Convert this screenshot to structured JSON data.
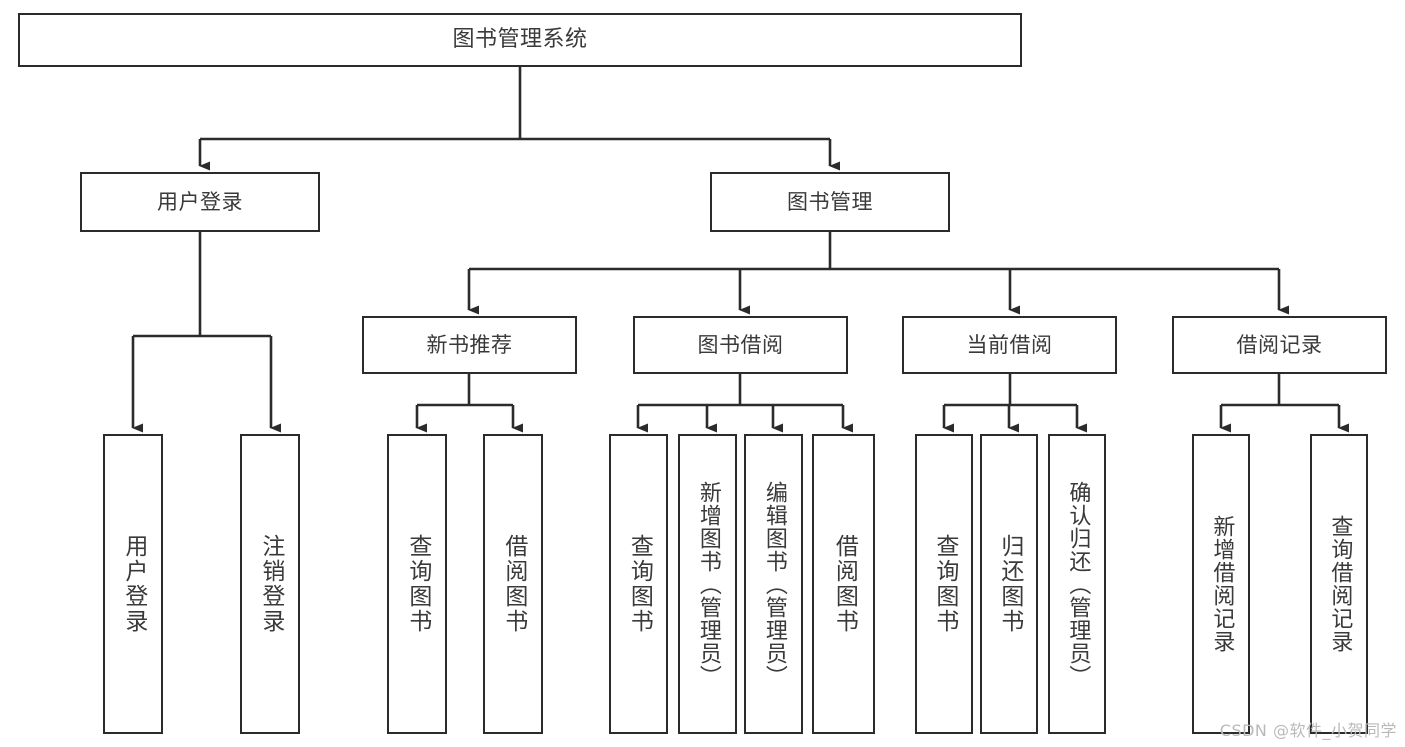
{
  "diagram": {
    "type": "tree-hierarchy",
    "title": "图书管理系统",
    "orientation": "top-down",
    "colors": {
      "box_border": "#2b2b2b",
      "box_fill": "#ffffff",
      "text": "#3a3a3a",
      "connector": "#2b2b2b",
      "watermark": "#b9b9b9",
      "background": "#ffffff"
    }
  },
  "nodes": {
    "root": {
      "label": "图书管理系统"
    },
    "level2": [
      {
        "id": "user-login",
        "label": "用户登录"
      },
      {
        "id": "book-manage",
        "label": "图书管理"
      }
    ],
    "level3": [
      {
        "id": "new-book-recommend",
        "label": "新书推荐"
      },
      {
        "id": "book-borrow",
        "label": "图书借阅"
      },
      {
        "id": "current-borrow",
        "label": "当前借阅"
      },
      {
        "id": "borrow-record",
        "label": "借阅记录"
      }
    ],
    "leaves": {
      "user_login": [
        {
          "id": "leaf-user-login",
          "label": "用户登录"
        },
        {
          "id": "leaf-logout-login",
          "label": "注销登录"
        }
      ],
      "new_book_recommend": [
        {
          "id": "leaf-query-book-1",
          "label": "查询图书"
        },
        {
          "id": "leaf-borrow-book-1",
          "label": "借阅图书"
        }
      ],
      "book_borrow": [
        {
          "id": "leaf-query-book-2",
          "label": "查询图书"
        },
        {
          "id": "leaf-add-book",
          "label": "新增图书（管理员）"
        },
        {
          "id": "leaf-edit-book",
          "label": "编辑图书（管理员）"
        },
        {
          "id": "leaf-borrow-book-2",
          "label": "借阅图书"
        }
      ],
      "current_borrow": [
        {
          "id": "leaf-query-book-3",
          "label": "查询图书"
        },
        {
          "id": "leaf-return-book",
          "label": "归还图书"
        },
        {
          "id": "leaf-confirm-return",
          "label": "确认归还（管理员）"
        }
      ],
      "borrow_record": [
        {
          "id": "leaf-add-record",
          "label": "新增借阅记录"
        },
        {
          "id": "leaf-query-record",
          "label": "查询借阅记录"
        }
      ]
    }
  },
  "watermark": {
    "text": "CSDN @软件_小贺同学"
  }
}
